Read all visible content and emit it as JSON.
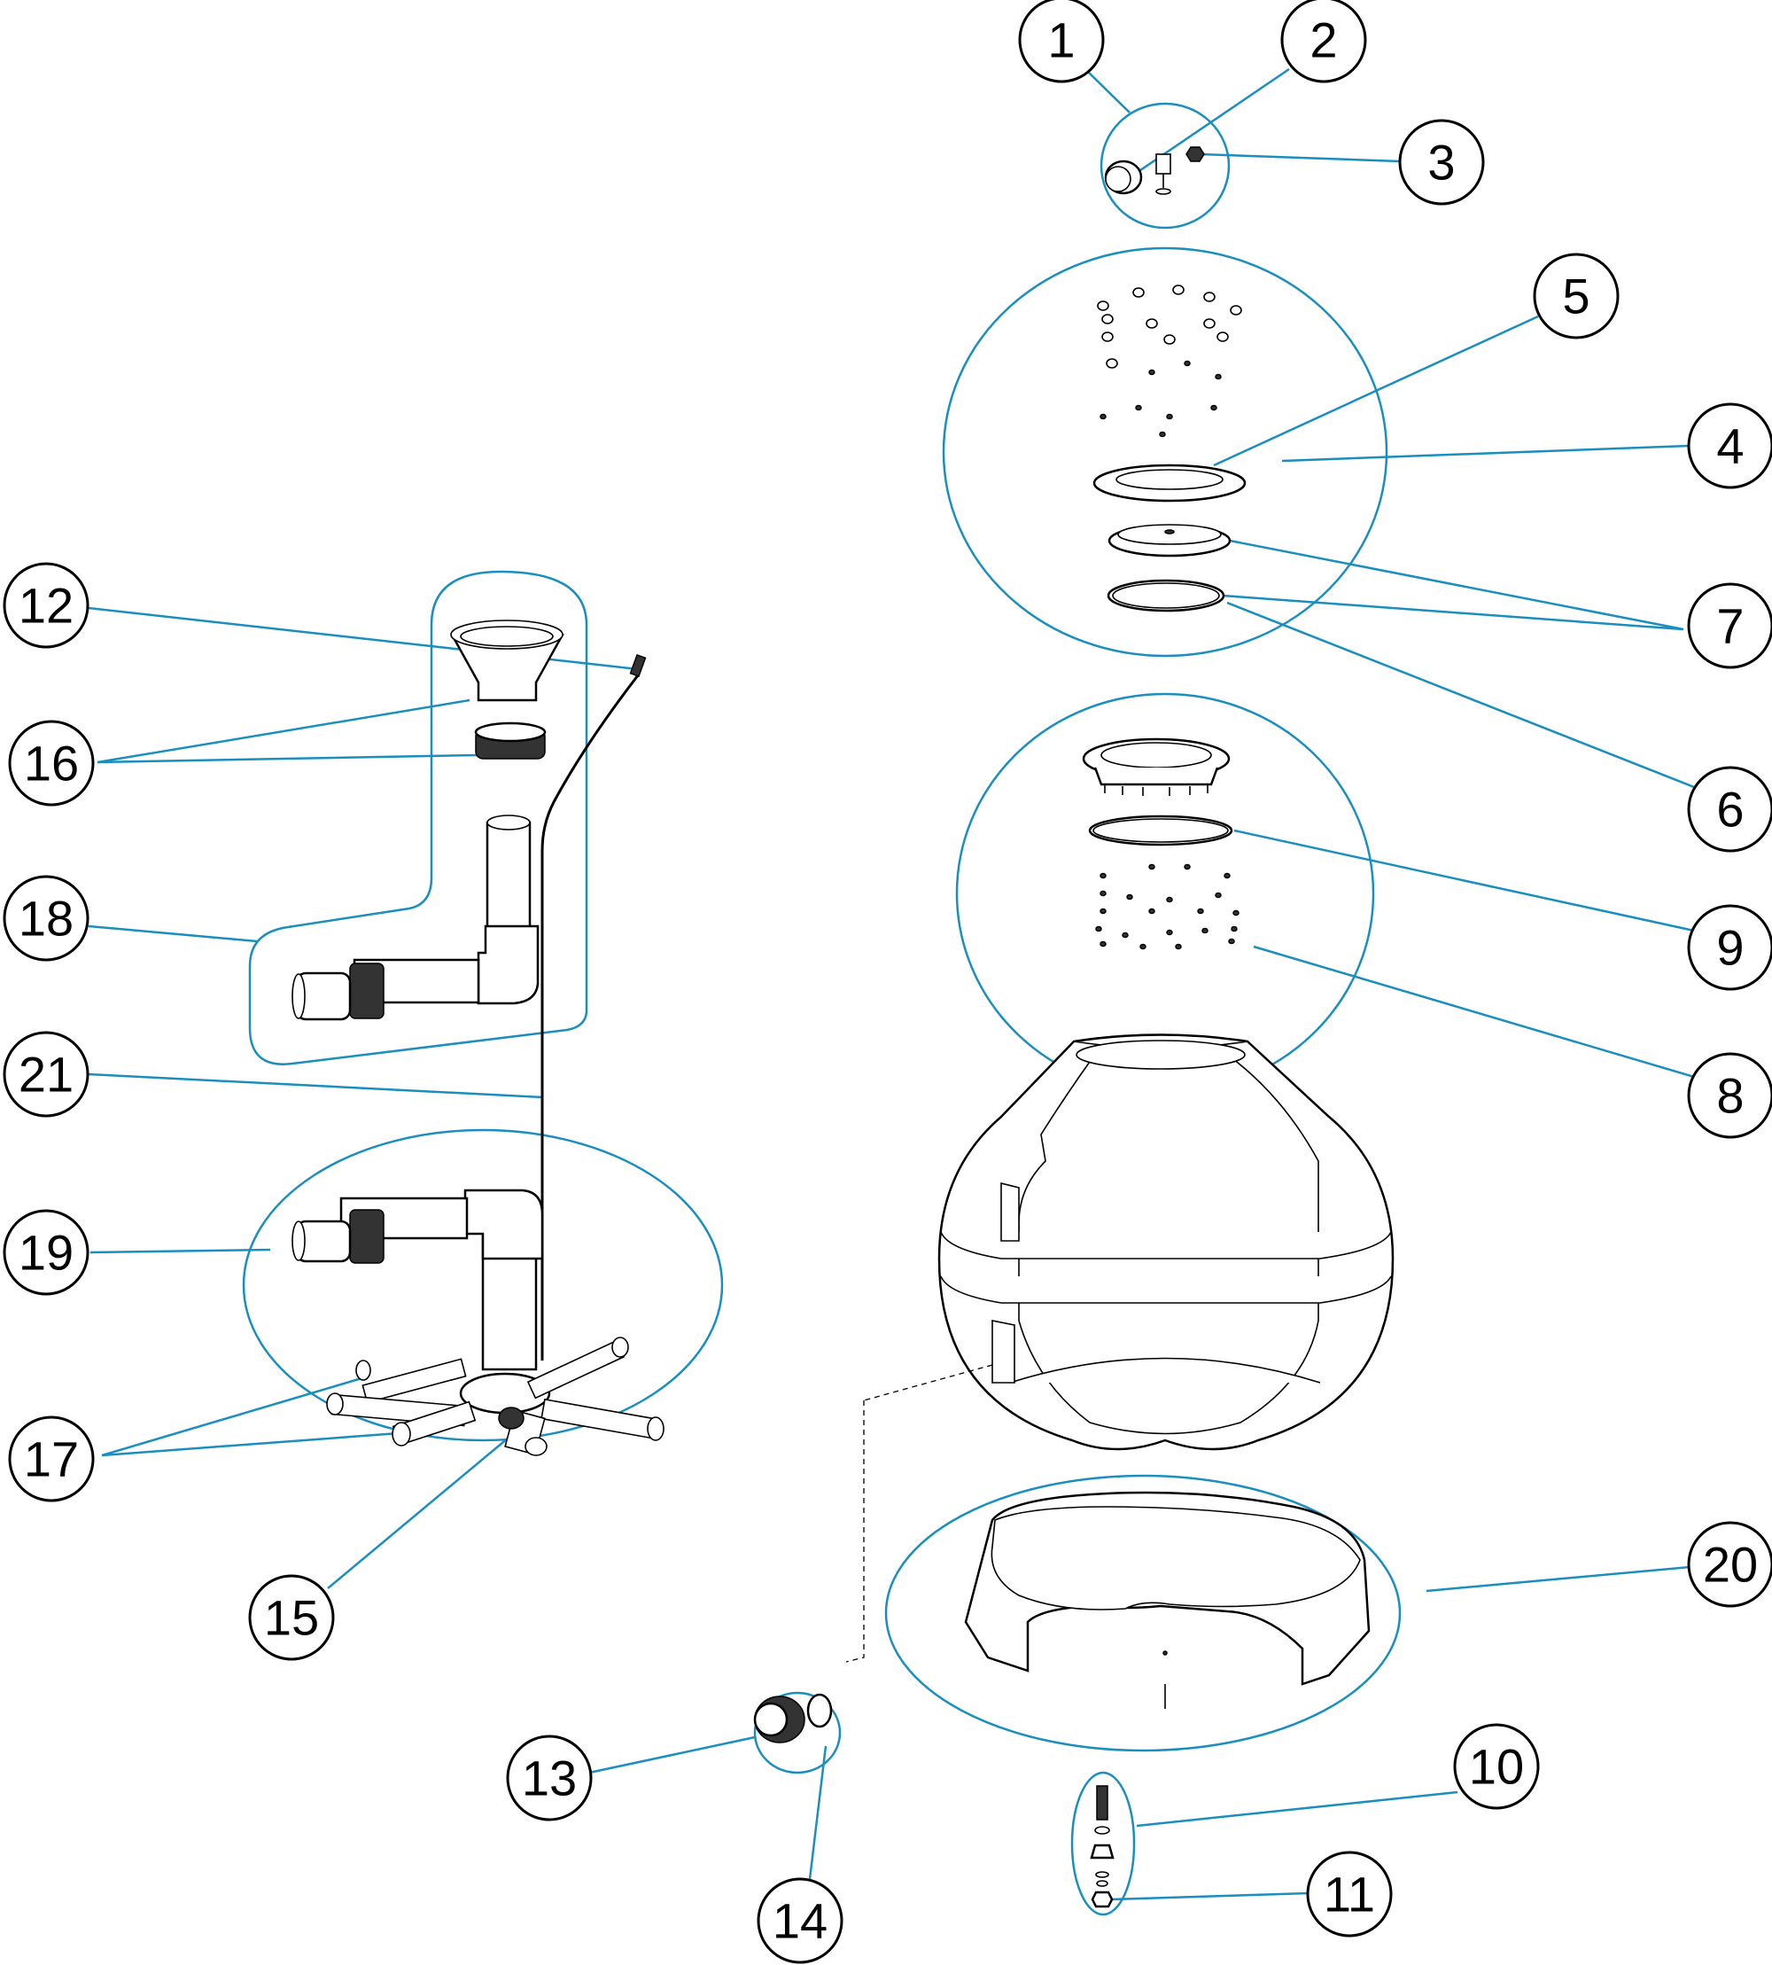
{
  "callouts": [
    {
      "id": "1",
      "label": "1"
    },
    {
      "id": "2",
      "label": "2"
    },
    {
      "id": "3",
      "label": "3"
    },
    {
      "id": "4",
      "label": "4"
    },
    {
      "id": "5",
      "label": "5"
    },
    {
      "id": "6",
      "label": "6"
    },
    {
      "id": "7",
      "label": "7"
    },
    {
      "id": "8",
      "label": "8"
    },
    {
      "id": "9",
      "label": "9"
    },
    {
      "id": "10",
      "label": "10"
    },
    {
      "id": "11",
      "label": "11"
    },
    {
      "id": "12",
      "label": "12"
    },
    {
      "id": "13",
      "label": "13"
    },
    {
      "id": "14",
      "label": "14"
    },
    {
      "id": "15",
      "label": "15"
    },
    {
      "id": "16",
      "label": "16"
    },
    {
      "id": "17",
      "label": "17"
    },
    {
      "id": "18",
      "label": "18"
    },
    {
      "id": "19",
      "label": "19"
    },
    {
      "id": "20",
      "label": "20"
    },
    {
      "id": "21",
      "label": "21"
    }
  ],
  "colors": {
    "leader": "#1a8fbf",
    "outline": "#000000",
    "background": "#ffffff"
  }
}
